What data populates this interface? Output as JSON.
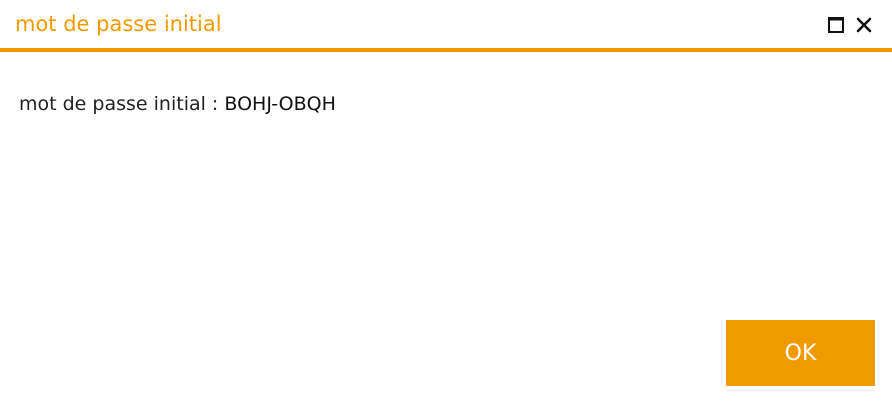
{
  "dialog": {
    "title": "mot de passe initial",
    "controls": {
      "maximize_icon": "maximize-icon",
      "close_icon": "close-icon"
    },
    "message_label": "mot de passe initial :",
    "password_value": "BOHJ-OBQH",
    "ok_label": "OK"
  },
  "colors": {
    "accent": "#f19a00",
    "text": "#222222",
    "button_text": "#ffffff",
    "background": "#ffffff"
  }
}
